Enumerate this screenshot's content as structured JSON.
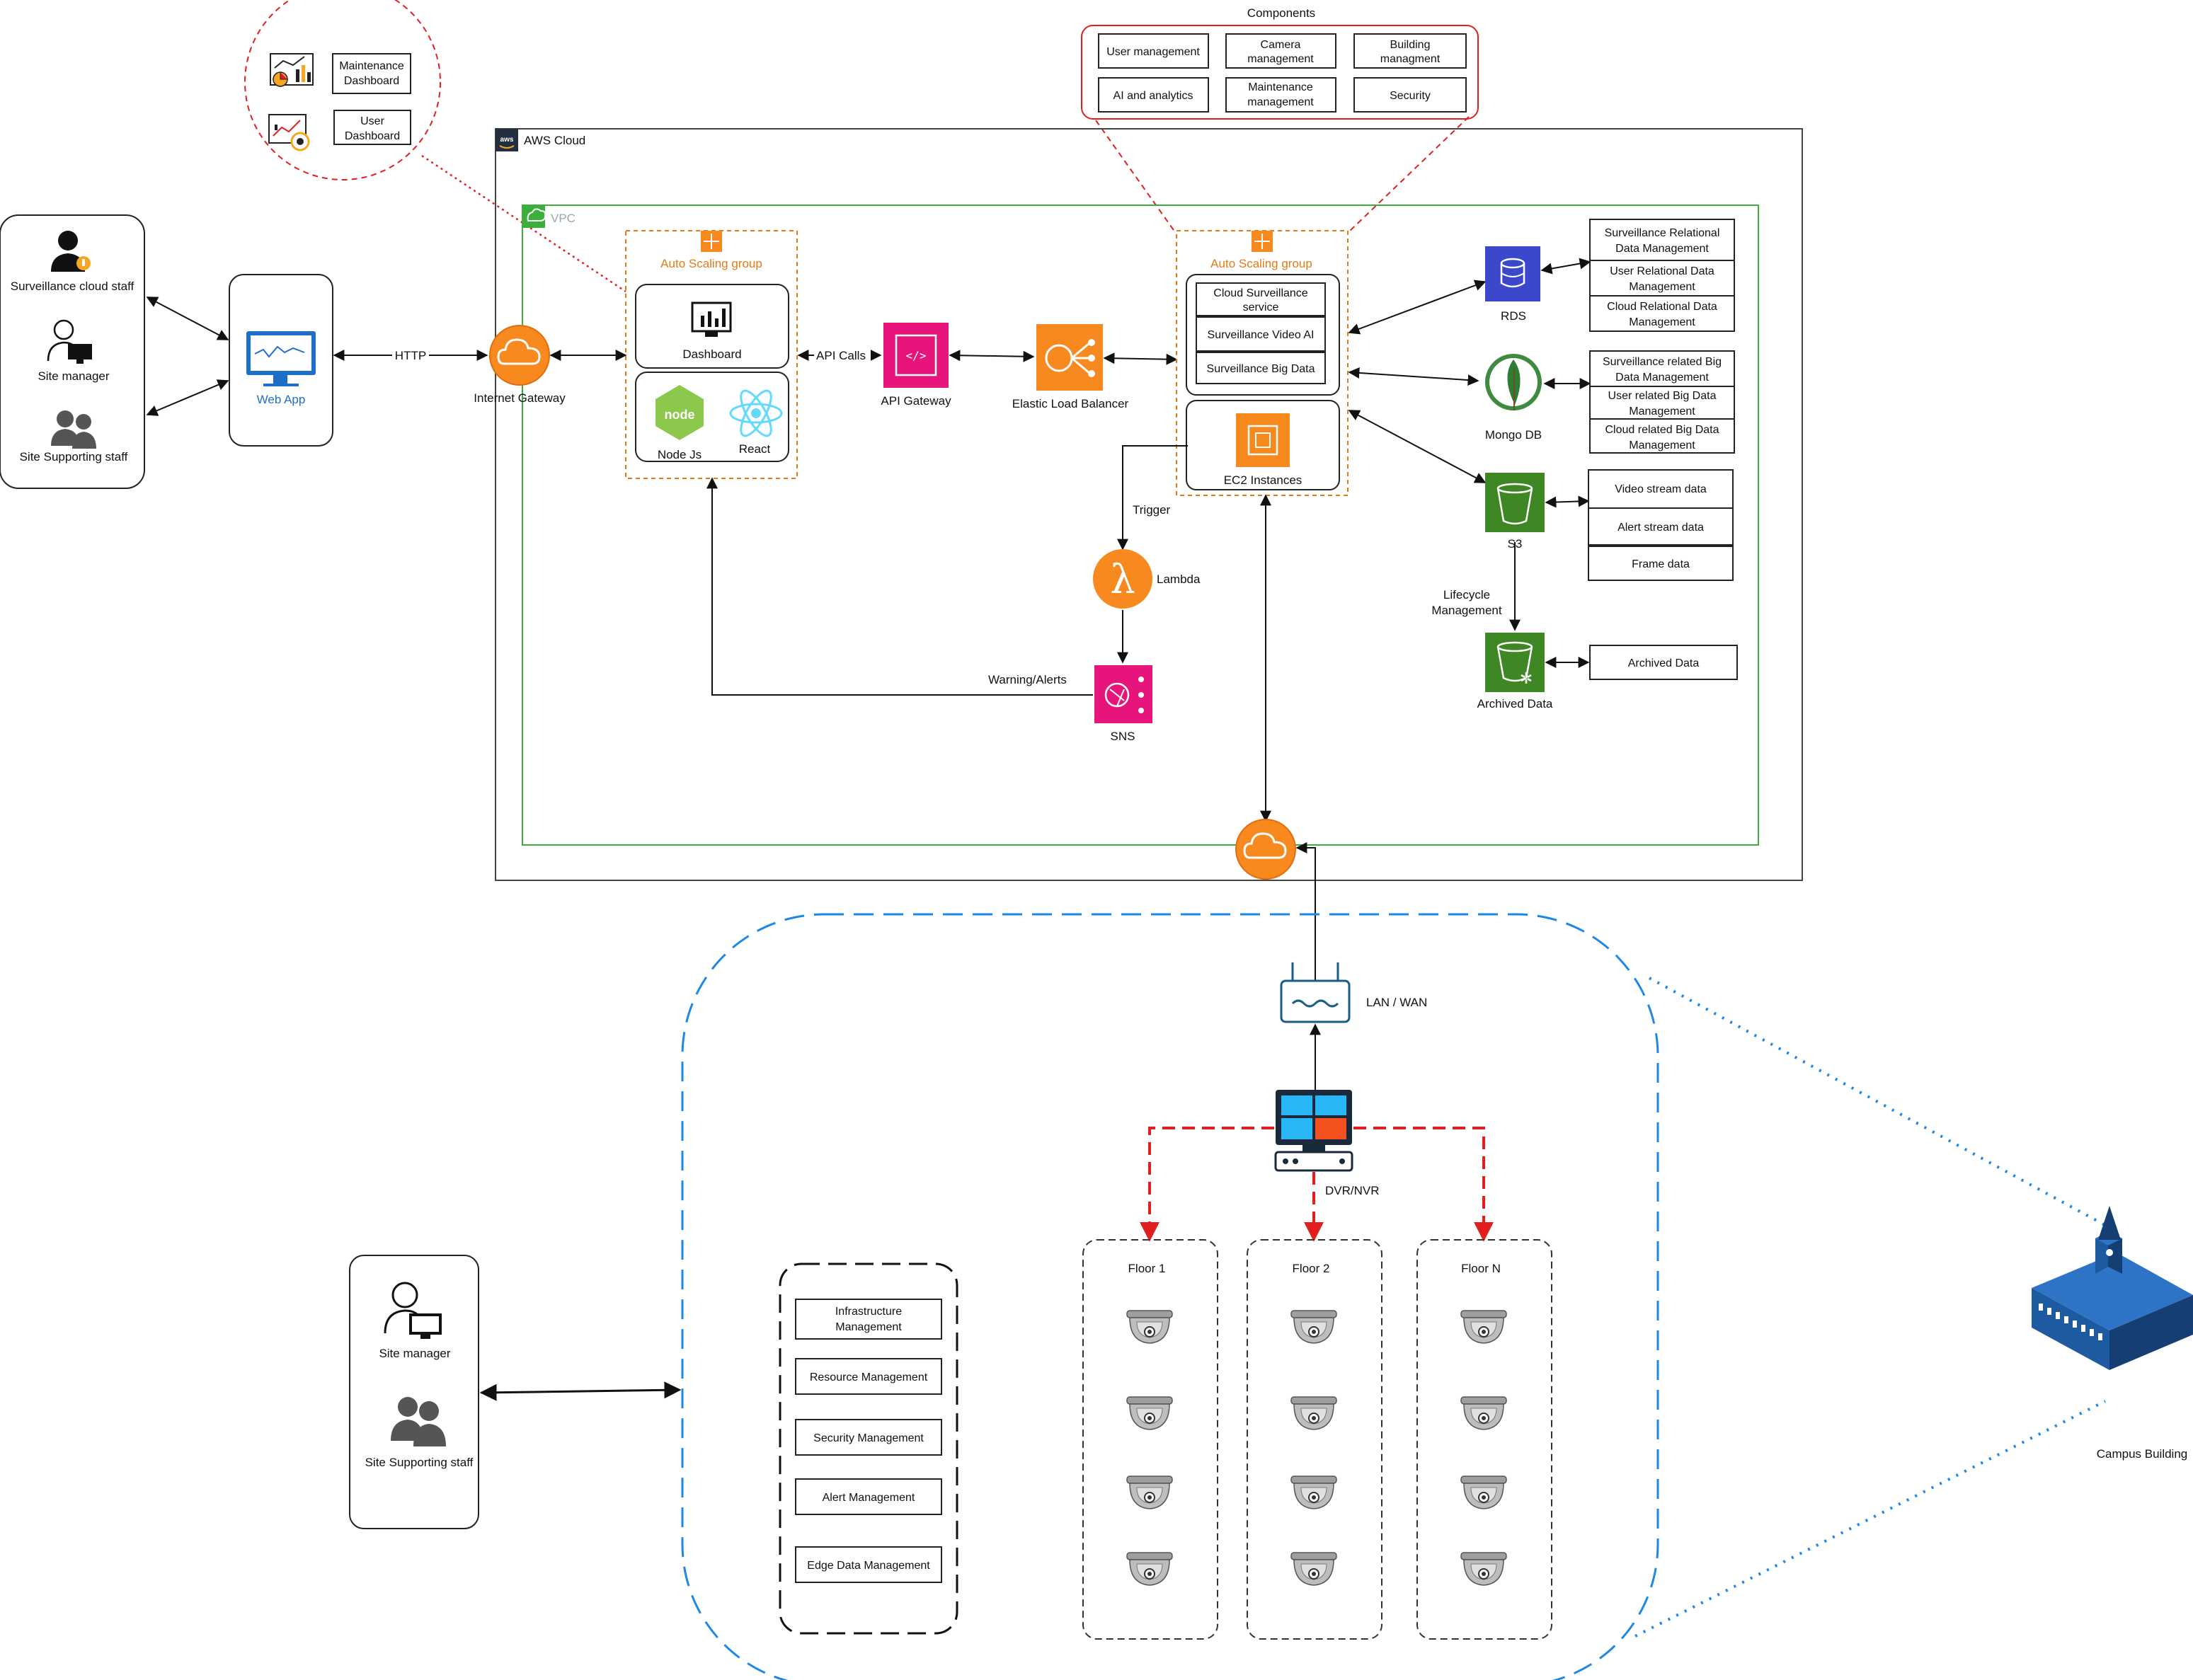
{
  "components": {
    "title": "Components",
    "items": [
      "User management",
      "Camera management",
      "Building managment",
      "AI and analytics",
      "Maintenance management",
      "Security"
    ]
  },
  "dashboards": {
    "maintenance": "Maintenance Dashboard",
    "user": "User Dashboard"
  },
  "users_cloud": {
    "surveillance_staff": "Surveillance cloud staff",
    "site_manager": "Site manager",
    "supporting_staff": "Site Supporting staff"
  },
  "web_app": "Web App",
  "http": "HTTP",
  "aws_cloud": "AWS Cloud",
  "vpc": "VPC",
  "internet_gateway": "Internet Gateway",
  "asg_left": {
    "title": "Auto Scaling group",
    "dashboard": "Dashboard",
    "node": "Node Js",
    "react": "React"
  },
  "api_calls": "API Calls",
  "api_gateway": "API Gateway",
  "elb": "Elastic Load Balancer",
  "asg_right": {
    "title": "Auto Scaling group",
    "services": [
      "Cloud Surveillance service",
      "Surveillance Video AI",
      "Surveillance Big Data"
    ],
    "ec2": "EC2 Instances"
  },
  "trigger": "Trigger",
  "lambda": "Lambda",
  "warning_alerts": "Warning/Alerts",
  "sns": "SNS",
  "rds": {
    "label": "RDS",
    "items": [
      "Surveillance Relational Data Management",
      "User Relational Data Management",
      "Cloud Relational Data Management"
    ]
  },
  "mongo": {
    "label": "Mongo DB",
    "items": [
      "Surveillance related Big Data Management",
      "User related Big Data Management",
      "Cloud related Big Data Management"
    ]
  },
  "s3": {
    "label": "S3",
    "items": [
      "Video stream data",
      "Alert stream data",
      "Frame data"
    ]
  },
  "lifecycle": "Lifecycle Management",
  "archived": {
    "label": "Archived Data",
    "item": "Archived Data"
  },
  "lan_wan": "LAN / WAN",
  "dvr": "DVR/NVR",
  "floors": [
    "Floor 1",
    "Floor 2",
    "Floor N"
  ],
  "edge_items": [
    "Infrastructure Management",
    "Resource Management",
    "Security Management",
    "Alert Management",
    "Edge Data Management"
  ],
  "users_site": {
    "site_manager": "Site manager",
    "supporting_staff": "Site Supporting staff"
  },
  "campus": "Campus Building",
  "colors": {
    "aws_orange": "#e07b16",
    "vpc_green": "#3bae3b",
    "lambda_orange": "#f7891f",
    "sns_pink": "#e7157b",
    "rds_blue": "#3b48cc",
    "s3_green": "#3f8624",
    "edge_blue": "#1e88e5",
    "red_dash": "#e02020"
  }
}
